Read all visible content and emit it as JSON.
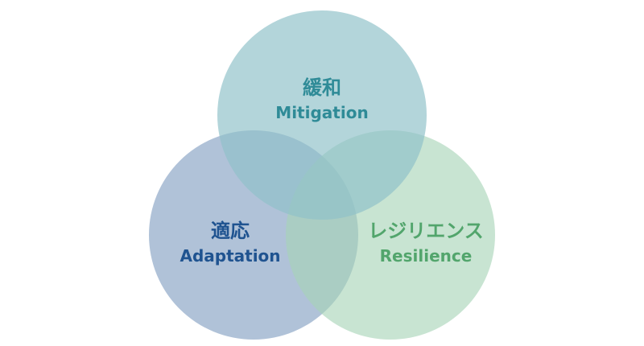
{
  "diagram": {
    "type": "venn",
    "circles": [
      {
        "id": "mitigation",
        "label_ja": "緩和",
        "label_en": "Mitigation",
        "fill": "#8fc1c8",
        "text_color": "#2f8b97"
      },
      {
        "id": "adaptation",
        "label_ja": "適応",
        "label_en": "Adaptation",
        "fill": "#7f9dc0",
        "text_color": "#1f5390"
      },
      {
        "id": "resilience",
        "label_ja": "レジリエンス",
        "label_en": "Resilience",
        "fill": "#a6d3b6",
        "text_color": "#52a56c"
      }
    ]
  }
}
